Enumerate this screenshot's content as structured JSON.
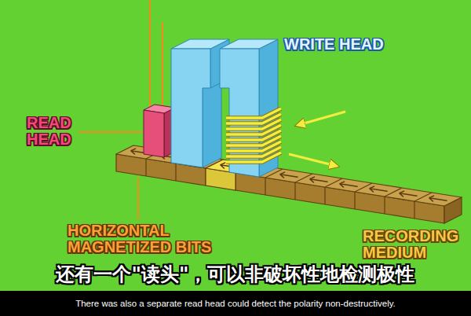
{
  "diagram": {
    "labels": [
      "WRITE HEAD",
      "READ HEAD",
      "HORIZONTAL MAGNETIZED BITS",
      "RECORDING MEDIUM",
      "还有一个\"读头\"，可以非破坏性地检测极性",
      "There was also a separate read head could detect the polarity non-destructively."
    ]
  }
}
